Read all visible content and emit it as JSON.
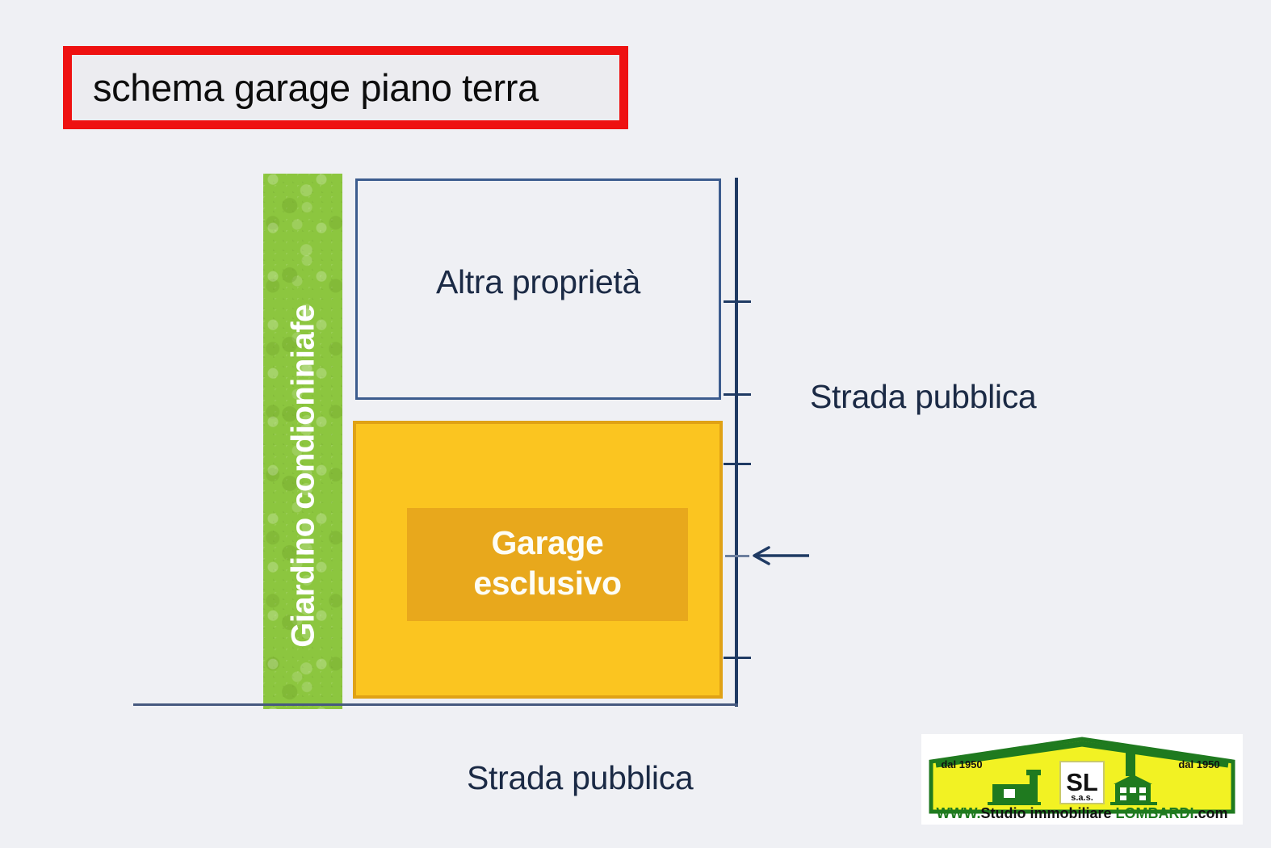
{
  "page": {
    "background_color": "#eff0f4",
    "title_border_color": "#ee1111"
  },
  "title": {
    "text": "schema garage piano terra"
  },
  "diagram": {
    "garden": {
      "label": "Giardino condioniniafe",
      "color": "#8cc63f"
    },
    "other_property": {
      "label": "Altra proprietà",
      "border_color": "#3c5c8e",
      "fill_color": "#eff0f4"
    },
    "garage": {
      "label_line1": "Garage",
      "label_line2": "esclusivo",
      "fill_color": "#fbc520",
      "border_color": "#e0a215",
      "inner_color": "#e8a81c",
      "text_color": "#fdfdf6"
    },
    "axis": {
      "color": "#1f3a63",
      "ticks": [
        372,
        487,
        573,
        687,
        813
      ]
    },
    "labels": {
      "road_right": "Strada pubblica",
      "road_bottom": "Strada pubblica"
    }
  },
  "logo": {
    "left_tagline": "dal 1950",
    "right_tagline": "dal 1950",
    "monogram": "SL",
    "monogram_sub": "s.a.s.",
    "website_prefix": "WWW.",
    "website_mid": "Studio immobiliare ",
    "website_brand": "LOMBARDI",
    "website_suffix": ".com",
    "green": "#1f7a1f",
    "yellow": "#f2f223"
  }
}
